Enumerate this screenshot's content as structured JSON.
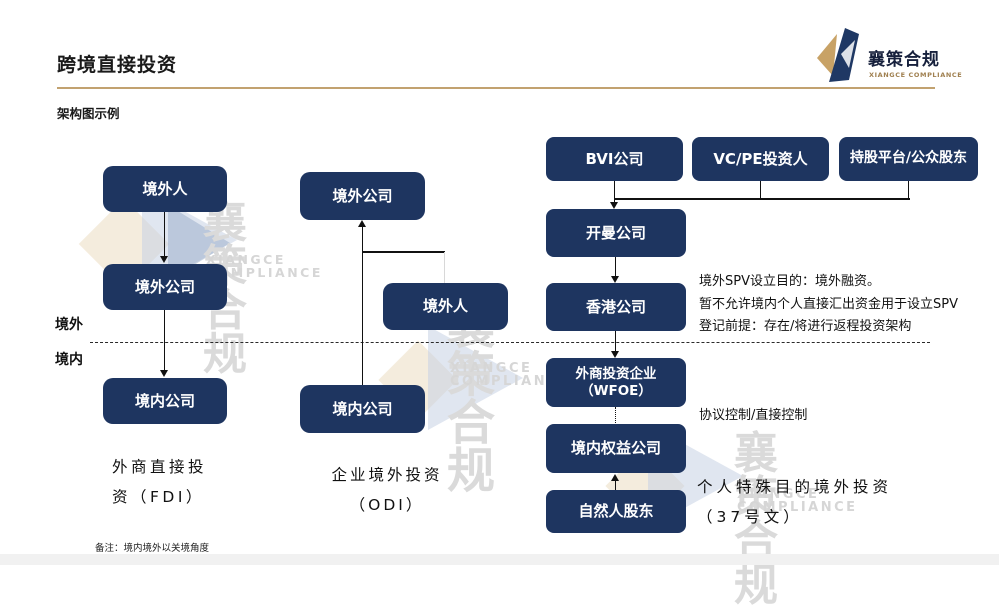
{
  "header": {
    "title": "跨境直接投资",
    "subtitle": "架构图示例"
  },
  "logo": {
    "name": "襄策合规",
    "subname": "XIANGCE COMPLIANCE"
  },
  "watermark": {
    "text": "襄策合规",
    "subtext": "XIANGCE COMPLIANCE"
  },
  "zones": {
    "offshore": "境外",
    "onshore": "境内"
  },
  "fdi": {
    "boxes": {
      "investor": "境外人",
      "offshore_co": "境外公司",
      "onshore_co": "境内公司"
    },
    "caption_line1": "外商直接投",
    "caption_line2": "资（FDI）"
  },
  "odi": {
    "boxes": {
      "offshore_co": "境外公司",
      "investor": "境外人",
      "onshore_co": "境内公司"
    },
    "caption_line1": "企业境外投资",
    "caption_line2": "（ODI）"
  },
  "spv": {
    "boxes": {
      "bvi": "BVI公司",
      "vcpe": "VC/PE投资人",
      "holding": "持股平台/公众股东",
      "cayman": "开曼公司",
      "hk": "香港公司",
      "wfoe_line1": "外商投资企业",
      "wfoe_line2": "（WFOE）",
      "onshore_equity": "境内权益公司",
      "natural_person": "自然人股东"
    },
    "note_line1": "境外SPV设立目的：境外融资。",
    "note_line2": "暂不允许境内个人直接汇出资金用于设立SPV",
    "note_line3": "登记前提：存在/将进行返程投资架构",
    "control_note": "协议控制/直接控制",
    "caption_line1": "个人特殊目的境外投资",
    "caption_line2": "（37号文）"
  },
  "footnote": "备注：境内境外以关境角度",
  "colors": {
    "box_navy": "#1e3560",
    "accent_gold": "#c2a270",
    "logo_navy": "#17213d",
    "logo_gold": "#a08050",
    "watermark_gray": "#dadada"
  }
}
